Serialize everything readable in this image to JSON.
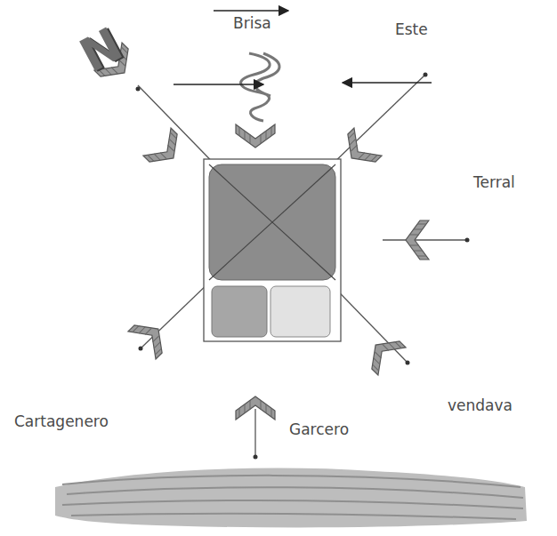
{
  "diagram": {
    "labels": [
      "N",
      "Brisa",
      "Este",
      "Terral",
      "vendava",
      "Garcero",
      "Cartagenero"
    ]
  }
}
